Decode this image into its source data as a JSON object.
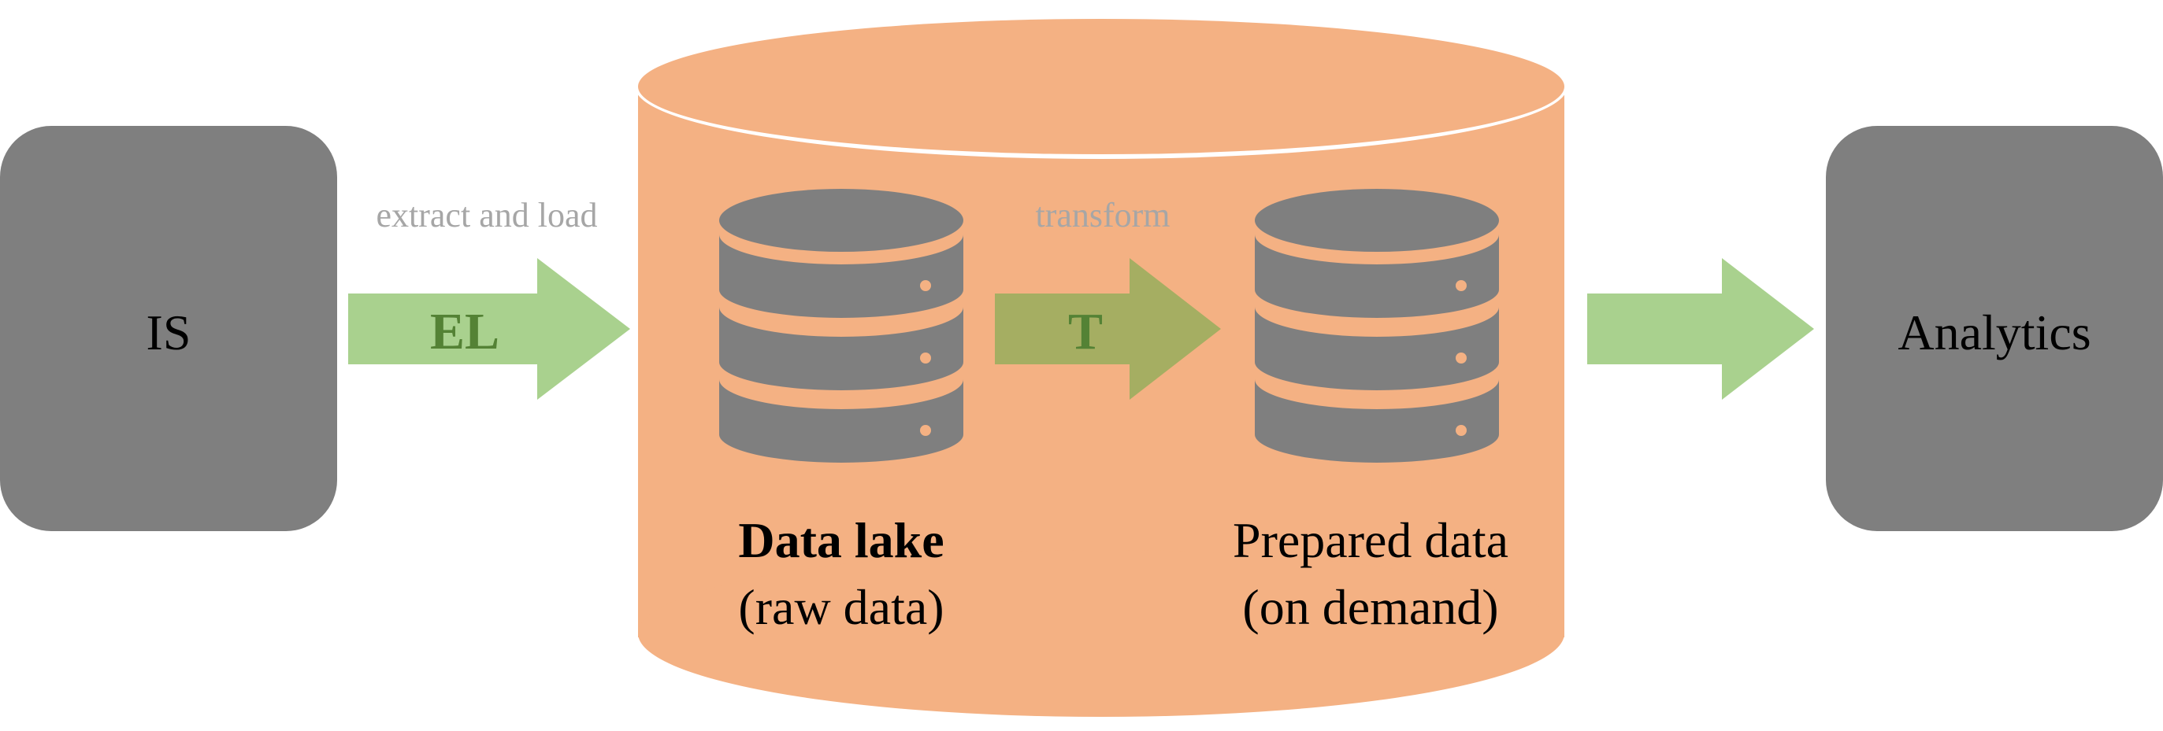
{
  "colors": {
    "box": "#7f7f7f",
    "lake": "#f4b183",
    "arrow": "#a9d18e",
    "arrow_transform": "#a5ae62",
    "arrow_text": "#548235",
    "caption": "#a6a6a6",
    "db_icon": "#7f7f7f",
    "db_dot": "#f4b183",
    "text": "#000000"
  },
  "source": {
    "label": "IS"
  },
  "target": {
    "label": "Analytics"
  },
  "arrows": {
    "extract_load": {
      "caption": "extract and load",
      "label": "EL"
    },
    "transform": {
      "caption": "transform",
      "label": "T"
    },
    "output": {
      "label": ""
    }
  },
  "raw_store": {
    "title": "Data lake",
    "subtitle": "(raw data)",
    "icon": "database-icon"
  },
  "prepared_store": {
    "title": "Prepared data",
    "subtitle": "(on demand)",
    "icon": "database-icon"
  }
}
